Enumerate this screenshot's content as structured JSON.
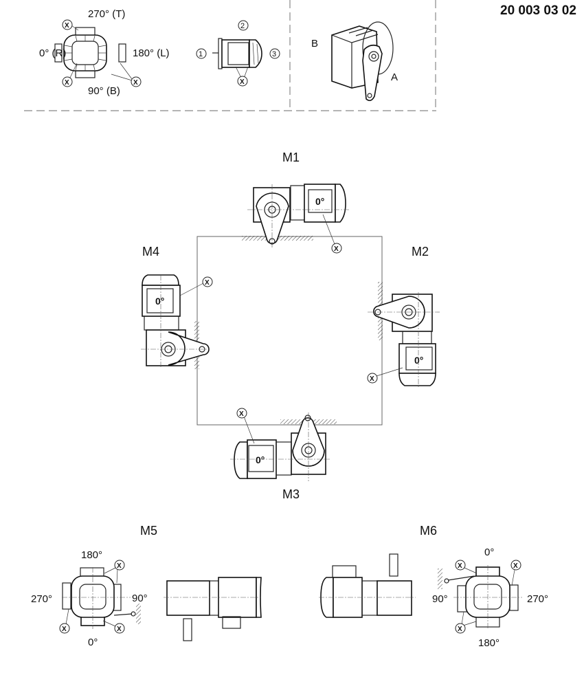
{
  "document_number": "20 003 03 02",
  "legend": {
    "terminal_box_positions": {
      "top": "270° (T)",
      "left": "0° (R)",
      "right": "180° (L)",
      "bottom": "90° (B)",
      "x_marker": "X"
    },
    "cable_entry_positions": {
      "p1": "1",
      "p2": "2",
      "p3": "3",
      "x_marker": "X"
    },
    "shaft_sides": {
      "a": "A",
      "b": "B"
    }
  },
  "mounting_positions": {
    "m1": {
      "label": "M1",
      "terminal_box": "0°",
      "x_marker": "X"
    },
    "m2": {
      "label": "M2",
      "terminal_box": "0°",
      "x_marker": "X"
    },
    "m3": {
      "label": "M3",
      "terminal_box": "0°",
      "x_marker": "X"
    },
    "m4": {
      "label": "M4",
      "terminal_box": "0°",
      "x_marker": "X"
    },
    "m5": {
      "label": "M5",
      "top": "180°",
      "left": "270°",
      "right": "90°",
      "bottom": "0°",
      "x_marker": "X"
    },
    "m6": {
      "label": "M6",
      "top": "0°",
      "left": "90°",
      "right": "270°",
      "bottom": "180°",
      "x_marker": "X"
    }
  },
  "colors": {
    "line": "#222222",
    "dashed": "#888888",
    "background": "#ffffff"
  }
}
